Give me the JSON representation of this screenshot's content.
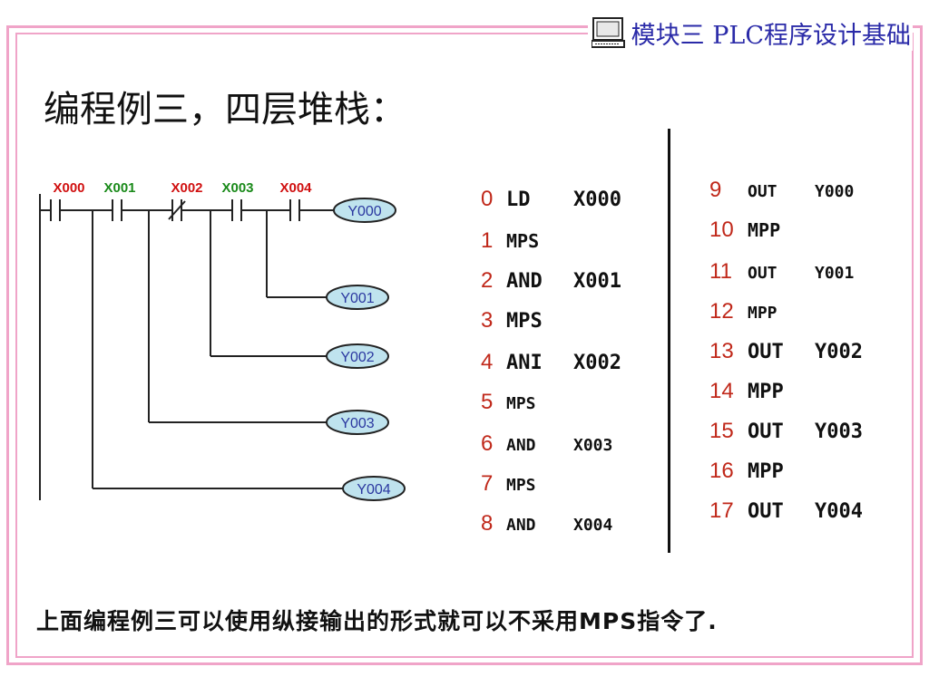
{
  "header": {
    "text": "模块三  PLC程序设计基础",
    "icon": "monitor-icon"
  },
  "title": "编程例三，四层堆栈：",
  "ladder": {
    "contacts": [
      {
        "label": "X000",
        "color": "#d01010",
        "type": "NO"
      },
      {
        "label": "X001",
        "color": "#1a8a1a",
        "type": "NO"
      },
      {
        "label": "X002",
        "color": "#d01010",
        "type": "NC"
      },
      {
        "label": "X003",
        "color": "#1a8a1a",
        "type": "NO"
      },
      {
        "label": "X004",
        "color": "#d01010",
        "type": "NO"
      }
    ],
    "coils": [
      "Y000",
      "Y001",
      "Y002",
      "Y003",
      "Y004"
    ],
    "coil_fill": "#bfe3ee"
  },
  "instructions_left": [
    {
      "num": "0",
      "op": "LD",
      "arg": "X000"
    },
    {
      "num": "1",
      "op": "MPS",
      "arg": ""
    },
    {
      "num": "2",
      "op": "AND",
      "arg": "X001"
    },
    {
      "num": "3",
      "op": "MPS",
      "arg": ""
    },
    {
      "num": "4",
      "op": "ANI",
      "arg": "X002"
    },
    {
      "num": "5",
      "op": "MPS",
      "arg": ""
    },
    {
      "num": "6",
      "op": "AND",
      "arg": "X003"
    },
    {
      "num": "7",
      "op": "MPS",
      "arg": ""
    },
    {
      "num": "8",
      "op": "AND",
      "arg": "X004"
    }
  ],
  "instructions_right": [
    {
      "num": "9",
      "op": "OUT",
      "arg": "Y000"
    },
    {
      "num": "10",
      "op": "MPP",
      "arg": ""
    },
    {
      "num": "11",
      "op": "OUT",
      "arg": "Y001"
    },
    {
      "num": "12",
      "op": "MPP",
      "arg": ""
    },
    {
      "num": "13",
      "op": "OUT",
      "arg": "Y002"
    },
    {
      "num": "14",
      "op": "MPP",
      "arg": ""
    },
    {
      "num": "15",
      "op": "OUT",
      "arg": "Y003"
    },
    {
      "num": "16",
      "op": "MPP",
      "arg": ""
    },
    {
      "num": "17",
      "op": "OUT",
      "arg": "Y004"
    }
  ],
  "note": "上面编程例三可以使用纵接输出的形式就可以不采用MPS指令了.",
  "colors": {
    "frame": "#f0a4c8",
    "number": "#c0281a",
    "header": "#2a2aa8"
  }
}
